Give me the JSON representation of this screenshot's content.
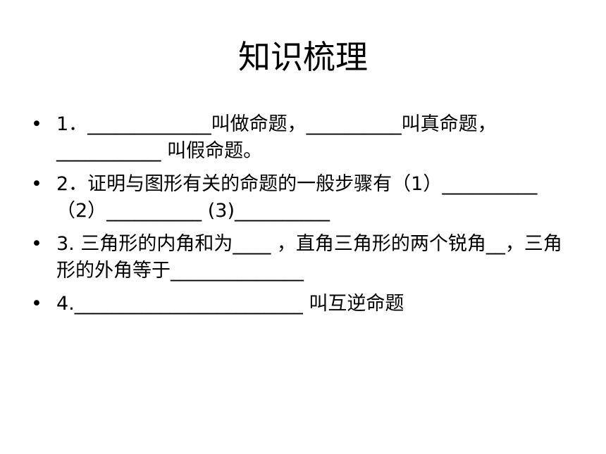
{
  "slide": {
    "title": "知识梳理",
    "bullet_symbol": "•",
    "bullets": [
      {
        "text": "1．_____________叫做命题，__________叫真命题，___________ 叫假命题。"
      },
      {
        "text": "2．证明与图形有关的命题的一般步骤有（1）__________ （2）__________  (3)__________"
      },
      {
        "text": "3. 三角形的内角和为____ ，直角三角形的两个锐角__，三角形的外角等于______________"
      },
      {
        "text": "4.________________________  叫互逆命题"
      }
    ]
  }
}
